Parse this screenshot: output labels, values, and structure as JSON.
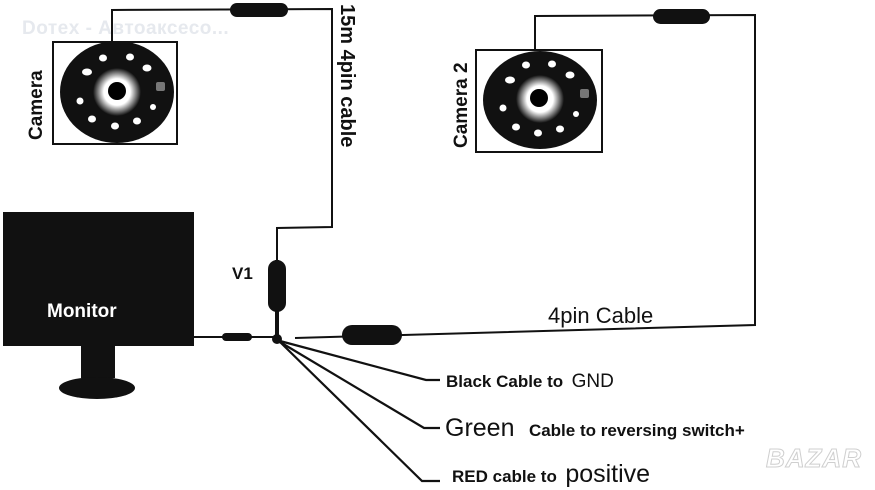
{
  "watermark": "Dотex - Автоаксесо...",
  "brand_logo": "BAZAR",
  "diagram": {
    "camera1_label": "Camera",
    "camera2_label": "Camera 2",
    "cable1_label": "15m 4pin cable",
    "cable2_label": "4pin Cable",
    "monitor_label": "Monitor",
    "splitter_label": "V1",
    "wires": [
      {
        "bold_text": "Black Cable to",
        "plain_text": "GND"
      },
      {
        "plain_text": "Green",
        "bold_text": "Cable to reversing switch+"
      },
      {
        "bold_text": "RED cable to",
        "plain_text": "positive"
      }
    ]
  },
  "colors": {
    "ink": "#111111",
    "background": "#ffffff",
    "camera_ir": "#ffffff",
    "camera_led": "#777777"
  }
}
